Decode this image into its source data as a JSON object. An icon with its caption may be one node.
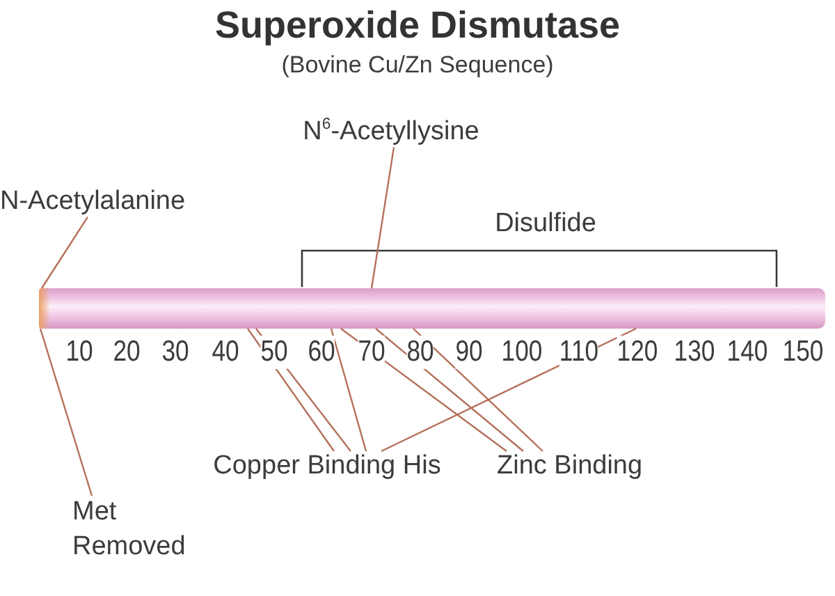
{
  "diagram": {
    "title": "Superoxide Dismutase",
    "nodes": [
      {
        "text": [
          "N$^{6}$-Acetyllysine"
        ]
      },
      {
        "text": [
          "N-Acetylalanine"
        ]
      },
      {
        "text": [],
        "shape": "bar"
      },
      {
        "text": [
          "Copper Binding His"
        ]
      },
      {
        "text": [
          "Zinc Binding"
        ]
      },
      {
        "text": [
          "Met Removed"
        ]
      }
    ],
    "edges": [
      {
        "from": 0,
        "to": 2,
        "arrow": "none"
      },
      {
        "from": 1,
        "to": 2,
        "arrow": "none"
      },
      {
        "from": 3,
        "to": 2,
        "arrow": "none"
      },
      {
        "from": 3,
        "to": 2,
        "arrow": "none"
      },
      {
        "from": 3,
        "to": 2,
        "arrow": "none"
      },
      {
        "from": 3,
        "to": 2,
        "arrow": "none"
      },
      {
        "from": 4,
        "to": 2,
        "arrow": "none"
      },
      {
        "from": 4,
        "to": 2,
        "arrow": "none"
      },
      {
        "from": 4,
        "to": 2,
        "arrow": "none"
      },
      {
        "from": 5,
        "to": 2,
        "arrow": "none"
      }
    ],
    "labels": [
      "(Bovine Cu/Zn Sequence)",
      "Disulfide",
      "10",
      "20",
      "30",
      "40",
      "50",
      "60",
      "70",
      "80",
      "90",
      "100",
      "110",
      "120",
      "130",
      "140",
      "150"
    ]
  }
}
